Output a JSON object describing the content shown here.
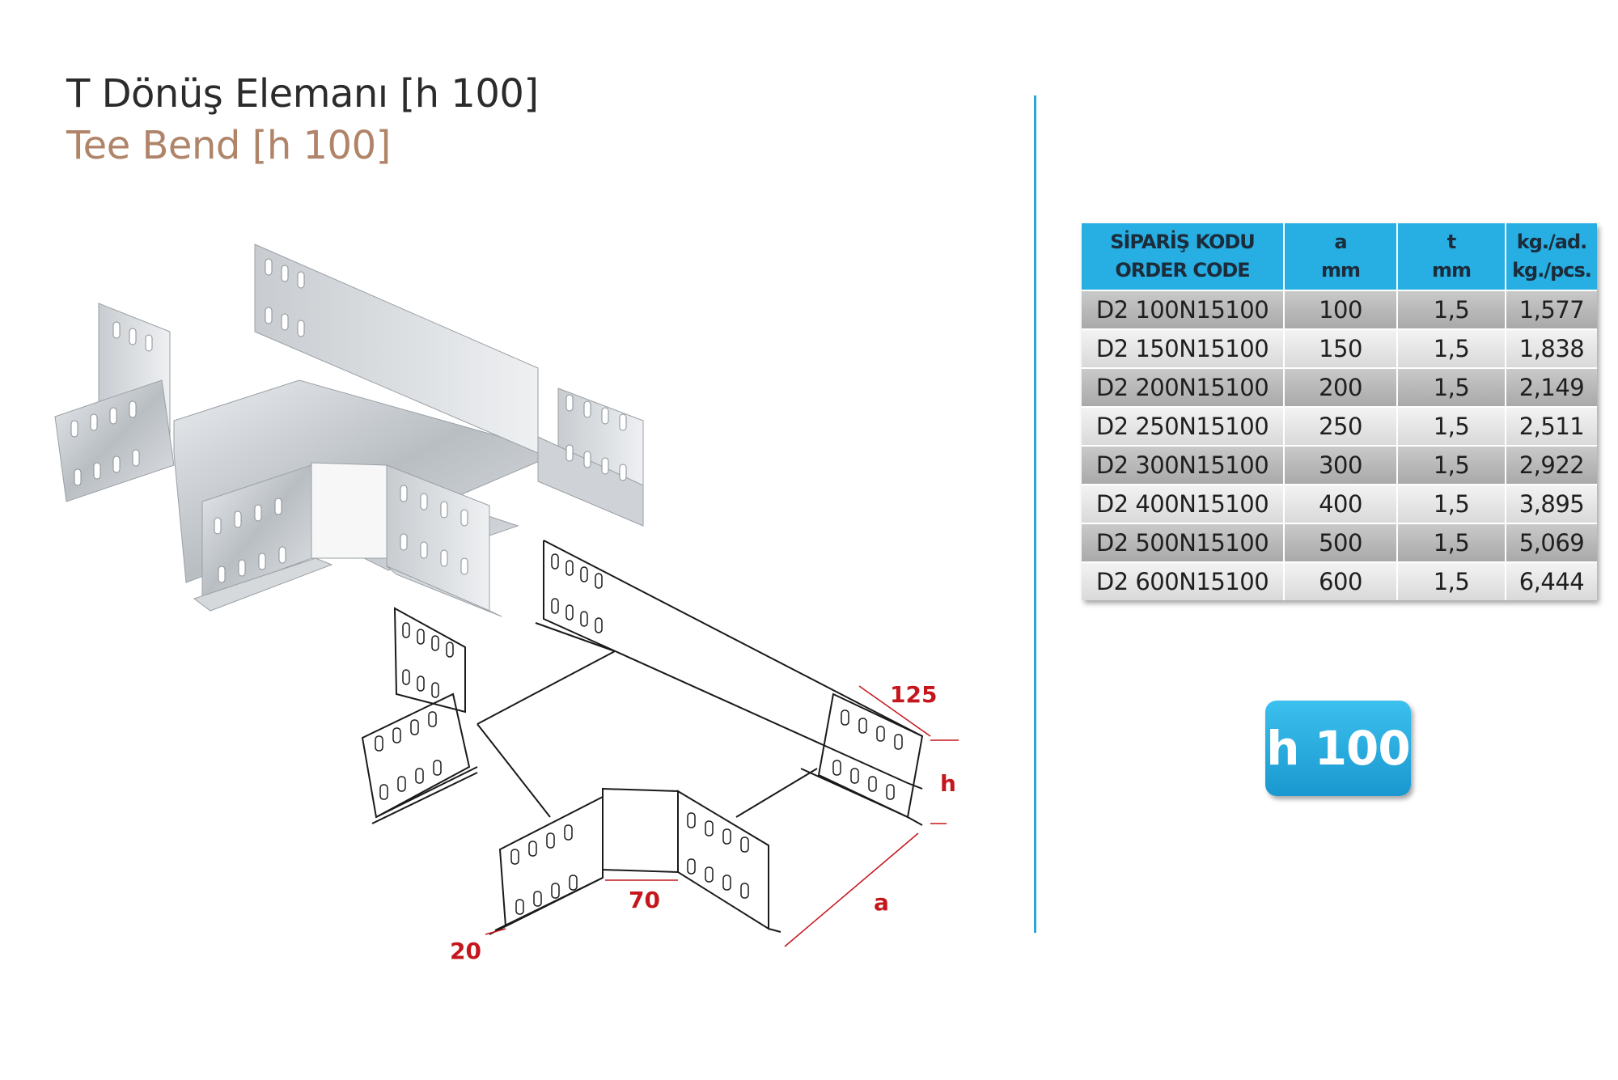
{
  "title": {
    "tr": "T Dönüş Elemanı [h 100]",
    "en": "Tee Bend [h 100]"
  },
  "table": {
    "headers": [
      {
        "line1": "SİPARİŞ KODU",
        "line2": "ORDER CODE"
      },
      {
        "line1": "a",
        "line2": "mm"
      },
      {
        "line1": "t",
        "line2": "mm"
      },
      {
        "line1": "kg./ad.",
        "line2": "kg./pcs."
      }
    ],
    "rows": [
      [
        "D2 100N15100",
        "100",
        "1,5",
        "1,577"
      ],
      [
        "D2 150N15100",
        "150",
        "1,5",
        "1,838"
      ],
      [
        "D2 200N15100",
        "200",
        "1,5",
        "2,149"
      ],
      [
        "D2 250N15100",
        "250",
        "1,5",
        "2,511"
      ],
      [
        "D2 300N15100",
        "300",
        "1,5",
        "2,922"
      ],
      [
        "D2 400N15100",
        "400",
        "1,5",
        "3,895"
      ],
      [
        "D2 500N15100",
        "500",
        "1,5",
        "5,069"
      ],
      [
        "D2 600N15100",
        "600",
        "1,5",
        "6,444"
      ]
    ]
  },
  "badge": "h 100",
  "dimensions": {
    "d125": "125",
    "h": "h",
    "a": "a",
    "d70": "70",
    "d20": "20"
  },
  "colors": {
    "accent": "#27aee3",
    "dimension": "#c4161c",
    "subtitle": "#b08469"
  }
}
